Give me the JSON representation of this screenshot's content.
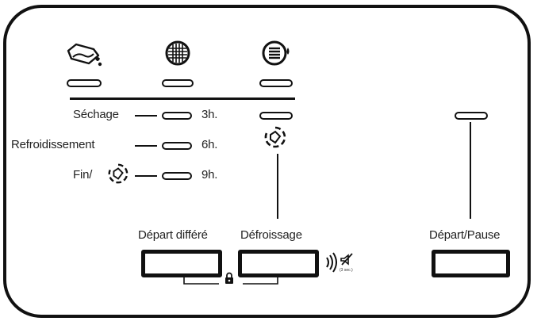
{
  "program_rows": {
    "sechage": {
      "label": "Séchage",
      "time": "3h."
    },
    "refroidissement": {
      "label": "Refroidissement",
      "time": "6h."
    },
    "fin": {
      "label": "Fin/",
      "time": "9h."
    }
  },
  "buttons": {
    "delayed_start": {
      "label": "Départ différé"
    },
    "anti_crease": {
      "label": "Défroissage"
    },
    "start_pause": {
      "label": "Départ/Pause"
    }
  },
  "mute_hint": {
    "text": "(3 sec.)"
  },
  "icons": {
    "drying": "tshirt-drying-icon",
    "filter": "filter-grid-icon",
    "tank": "water-tank-icon",
    "anti_crease": "anti-crease-icon",
    "lock": "child-lock-icon",
    "sound": "sound-icon",
    "mute": "mute-icon"
  },
  "colors": {
    "line": "#111111",
    "background": "#ffffff"
  }
}
